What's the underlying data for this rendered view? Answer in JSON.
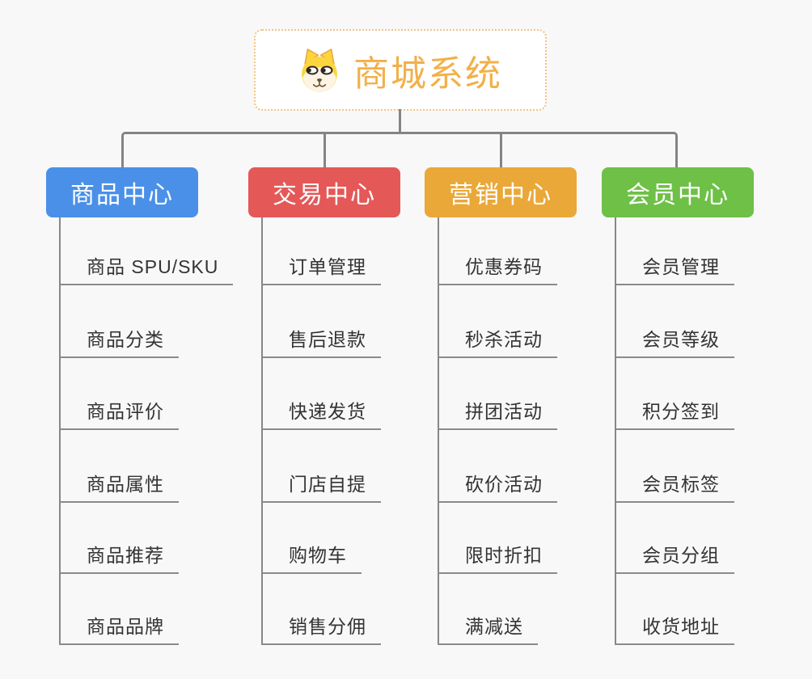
{
  "root": {
    "title": "商城系统",
    "icon": "dog-face-icon"
  },
  "branches": [
    {
      "label": "商品中心",
      "color": "#4a90e8",
      "items": [
        "商品 SPU/SKU",
        "商品分类",
        "商品评价",
        "商品属性",
        "商品推荐",
        "商品品牌"
      ]
    },
    {
      "label": "交易中心",
      "color": "#e45858",
      "items": [
        "订单管理",
        "售后退款",
        "快递发货",
        "门店自提",
        "购物车",
        "销售分佣"
      ]
    },
    {
      "label": "营销中心",
      "color": "#eaa839",
      "items": [
        "优惠券码",
        "秒杀活动",
        "拼团活动",
        "砍价活动",
        "限时折扣",
        "满减送"
      ]
    },
    {
      "label": "会员中心",
      "color": "#6ec047",
      "items": [
        "会员管理",
        "会员等级",
        "积分签到",
        "会员标签",
        "会员分组",
        "收货地址"
      ]
    }
  ],
  "colors": {
    "background": "#f8f8f8",
    "connector": "#848484",
    "underline": "#8a8a8a",
    "item_text": "#333333",
    "root_title": "#f2b049",
    "root_border": "#f2c27d"
  }
}
